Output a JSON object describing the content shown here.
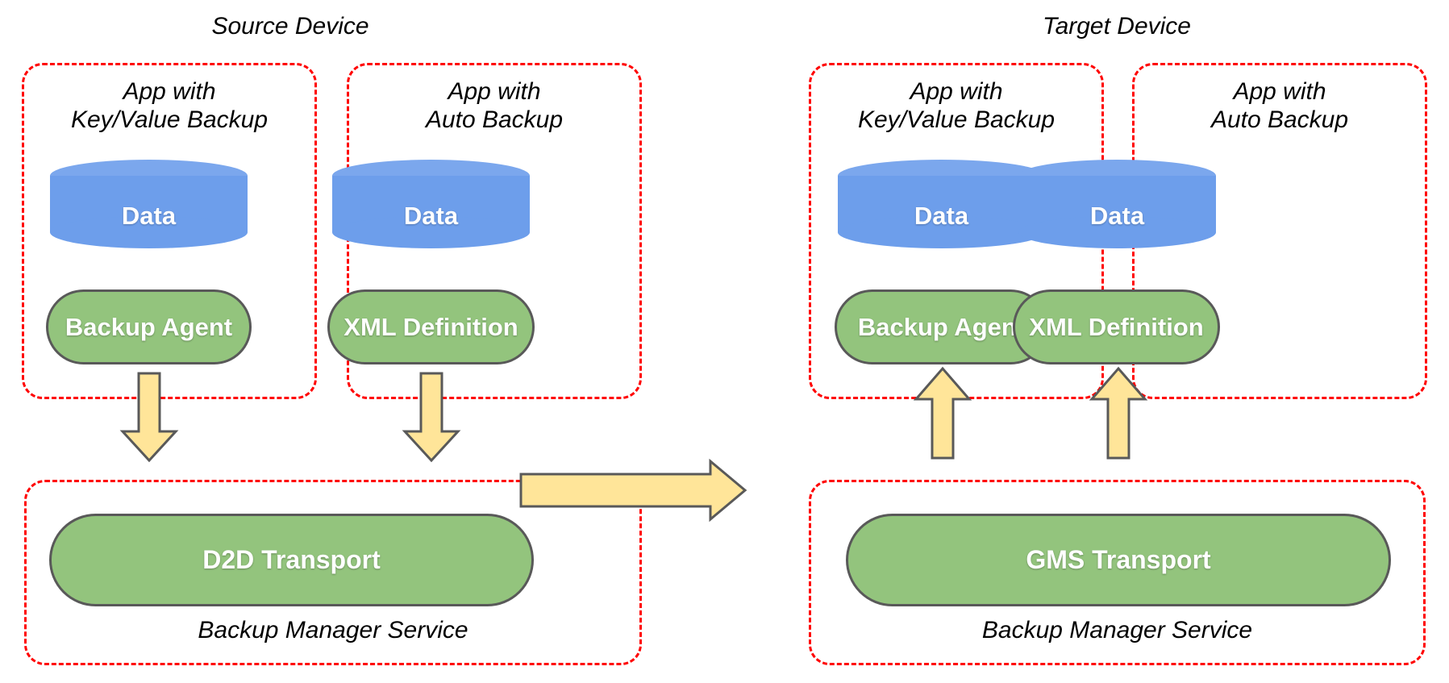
{
  "diagram": {
    "title_source": "Source Device",
    "title_target": "Target Device",
    "colors": {
      "dashed_border": "#ff0000",
      "cylinder_blue": "#6d9eeb",
      "pill_green": "#93c47d",
      "arrow_yellow": "#ffe599",
      "stroke_gray": "#595959",
      "text_white": "#ffffff",
      "text_black": "#000000",
      "background": "#ffffff"
    }
  },
  "source_device": {
    "label": "Source Device",
    "apps": [
      {
        "caption": "App with\nKey/Value Backup",
        "data_label": "Data",
        "component_label": "Backup Agent"
      },
      {
        "caption": "App with\nAuto Backup",
        "data_label": "Data",
        "component_label": "XML Definition"
      }
    ],
    "service": {
      "transport_label": "D2D Transport",
      "caption": "Backup Manager Service"
    }
  },
  "target_device": {
    "label": "Target Device",
    "apps": [
      {
        "caption": "App with\nKey/Value Backup",
        "data_label": "Data",
        "component_label": "Backup Agent"
      },
      {
        "caption": "App with\nAuto Backup",
        "data_label": "Data",
        "component_label": "XML Definition"
      }
    ],
    "service": {
      "transport_label": "GMS Transport",
      "caption": "Backup Manager Service"
    }
  },
  "arrows": {
    "source_app1_down": "down",
    "source_app2_down": "down",
    "transport_right": "right",
    "target_app1_up": "up",
    "target_app2_up": "up"
  }
}
